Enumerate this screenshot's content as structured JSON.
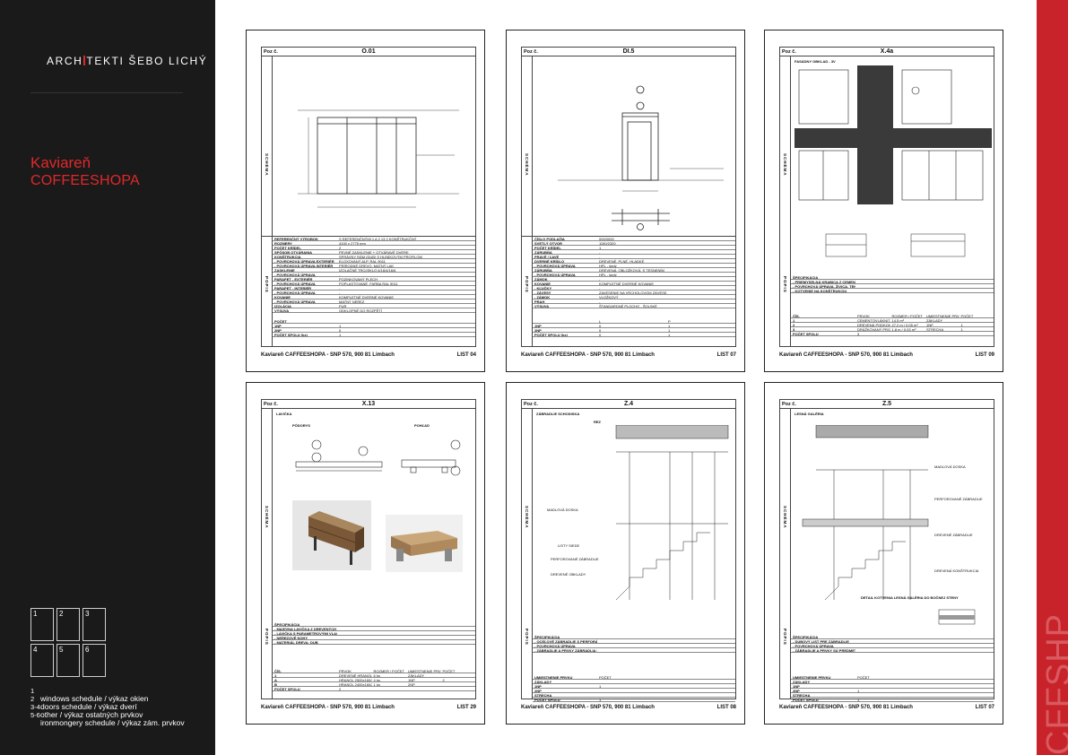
{
  "brand": {
    "prefix": "ARCH",
    "suffix": "TEKTI ŠEBO LICHÝ"
  },
  "project": {
    "line1": "Kaviareň",
    "line2": "COFFEESHOPA"
  },
  "grid": [
    "1",
    "2",
    "3",
    "4",
    "5",
    "6"
  ],
  "legend": [
    {
      "num": "1",
      "text": ""
    },
    {
      "num": "2",
      "text": "windows schedule / výkaz okien"
    },
    {
      "num": "3-4",
      "text": "doors schedule / výkaz dverí"
    },
    {
      "num": "5-6",
      "text": "other / výkaz ostatných prvkov"
    },
    {
      "num": "",
      "text": "ironmongery schedule / výkaz zám. prvkov"
    }
  ],
  "strip_text": "CFFSHP",
  "sheet_labels": {
    "poz": "Poz č.",
    "schema": "SCHÉMA",
    "popis": "POPIS"
  },
  "sheets": [
    {
      "code": "O.01",
      "footer_left": "Kaviareň CAFFEESHOPA    -    SNP 570, 900 81 Limbach",
      "footer_right": "LIST 04",
      "rows": [
        [
          "REFERENČNÝ VÝROBOK",
          "S REFERENČNÝMI 1 A 2 13 2 KONŠTRUKČNÝ"
        ],
        [
          "ROZMERY",
          "4100 x 2775 mm"
        ],
        [
          "POČET KRÍDEL",
          "2"
        ],
        [
          "SPÔSOB OTVÁRANIA",
          "PEVNÉ ZASKLENIE + OTVÁRAVÉ DVERE"
        ],
        [
          "KONŠTRUKCIA",
          "SPRÁVNY RÁM (DUB) S HLINÍKOVÝM PROFILOM"
        ],
        [
          "- POVRCHOVÁ ÚPRAVA EXTERIÉR",
          "ELOXOVANÝ ALP, RAL 9011"
        ],
        [
          "- POVRCHOVÁ ÚPRAVA INTERIÉR",
          "PRÍRODNÉ DREVO, MATNÝ LAK"
        ],
        [
          "ZASKLENIE",
          "IZOLAČNÉ TROJSKLO 6/16/4/16/6"
        ],
        [
          "- POVRCHOVÁ ÚPRAVA",
          "-"
        ],
        [
          "PARAPET - EXTERIÉR",
          "POZINKOVANÝ PLECH"
        ],
        [
          "- POVRCHOVÁ ÚPRAVA",
          "POPLASTOVANÉ, FARBA RAL 9011"
        ],
        [
          "PARAPET - INTERIÉR",
          "-"
        ],
        [
          "- POVRCHOVÁ ÚPRAVA",
          "-"
        ],
        [
          "KOVANIE",
          "KOMPLETNÉ DVERNÉ KOVANIE"
        ],
        [
          "- POVRCHOVÁ ÚPRAVA",
          "MATNÝ NEREZ"
        ],
        [
          "IZOLÁCIA",
          "PUR"
        ],
        [
          "VÝSUVA",
          "ODKLOPNÉ DO ROZPĚTÍ"
        ]
      ],
      "counts": [
        [
          "POČET",
          ""
        ],
        [
          "1NP",
          "1"
        ],
        [
          "2NP",
          "0"
        ],
        [
          "POČET SPOLU (ks)",
          "1"
        ]
      ]
    },
    {
      "code": "DI.5",
      "footer_left": "Kaviareň CAFFEESHOPA    -    SNP 570, 900 81 Limbach",
      "footer_right": "LIST 07",
      "rows": [
        [
          "ČÍSLO PODLAŽIA",
          "000/0000"
        ],
        [
          "SVETLÝ OTVOR",
          "1150/2320"
        ],
        [
          "POČET KRÍDEL",
          "1"
        ],
        [
          "ZÁRUBŇA",
          "-"
        ],
        [
          "PRAVÉ / ĽAVÉ",
          "-"
        ],
        [
          "DVERNÉ KRÍDLO",
          "DREVENÉ, PLNÉ, HLADKÉ"
        ],
        [
          "- POVRCHOVÁ ÚPRAVA",
          "HPL - šedý"
        ],
        [
          "ZÁRUBŇA",
          "DREVENÁ, OBLOŽKOVÁ, S TESNENÍM"
        ],
        [
          "- POVRCHOVÁ ÚPRAVA",
          "HPL - šedý"
        ],
        [
          "ZÁMOK",
          "-"
        ],
        [
          "KOVANIE",
          "KOMPLETNÉ DVERNÉ KOVANIE"
        ],
        [
          "- KĽUČKY",
          "-"
        ],
        [
          "- ZÁVESY",
          "ZAVESENIE NA VRCHOLOVOM ZÁVESE"
        ],
        [
          "- ZÁMOK",
          "VLOŽKOVÝ"
        ],
        [
          "PRAH",
          "-"
        ],
        [
          "VÝSUVA",
          "ŠTANDARDNÉ PLOCHO - ŠOLSKÉ"
        ]
      ],
      "counts": [
        [
          "",
          "L",
          "P"
        ],
        [
          "1NP",
          "0",
          "1"
        ],
        [
          "2NP",
          "0",
          "1"
        ],
        [
          "POČET SPOLU (ks)",
          "0",
          "1"
        ]
      ]
    },
    {
      "code": "X.4a",
      "footer_left": "Kaviareň CAFFEESHOPA    -    SNP 570, 900 81 Limbach",
      "footer_right": "LIST 09",
      "title": "FASÁDNY OBKLAD - 3V",
      "rows": [
        [
          "ŠPECIFIKÁCIA",
          ""
        ],
        [
          "- PRIEMYSELNÁ KRABICA Z CEMENTOVEJ ZMESI",
          ""
        ],
        [
          "- POVRCHOVÁ ÚPRAVA, ŽIVICA, TENKOVRSTVÁ",
          ""
        ],
        [
          "- KOTVENIE NA KONŠTRUKCIU",
          ""
        ]
      ],
      "table_head": [
        "ČÍS.",
        "PRVOK",
        "ROZMER / POČET",
        "UMIESTNENIE PRVKU",
        "POČET"
      ],
      "table_rows": [
        [
          "1",
          "CEMENTOVLÁKNITÁ DOSKA",
          "14,5 m²",
          "ZÁKLADY",
          ""
        ],
        [
          "2",
          "DREVENÁ PODKONŠTRUKCIA",
          "27,2 m / 0,05 m³",
          "1NP",
          "1"
        ],
        [
          "3",
          "DRÁŽKOVANÝ PROFIL",
          "1,8 m / 0,03 m³",
          "STRECHA",
          "1"
        ]
      ],
      "total": [
        "POČET SPOLU",
        "3"
      ]
    },
    {
      "code": "X.13",
      "footer_left": "Kaviareň CAFFEESHOPA    -    SNP 570, 900 81 Limbach",
      "footer_right": "LIST 29",
      "title": "LAVIČKA",
      "labels": [
        "PÔDORYS",
        "POHĽAD"
      ],
      "rows": [
        [
          "ŠPECIFIKÁCIA",
          ""
        ],
        [
          "- MASÍVNA LAVIČKA Z DREVENÝCH HRANOLOV",
          ""
        ],
        [
          "- LAVIČKA S PARAMETROVÝMI VLASTNOSŤAMI",
          ""
        ],
        [
          "- NEREZOVÉ NOHY",
          ""
        ],
        [
          "- MATERIÁL DREVA: DUB",
          ""
        ]
      ],
      "table_head": [
        "ČÍS.",
        "PRVOK",
        "ROZMER / POČET",
        "UMIESTNENIE PRVKU",
        "POČET"
      ],
      "table_rows": [
        [
          "1",
          "DREVENÉ HRANOLY",
          "6 ks",
          "ZÁKLADY",
          ""
        ],
        [
          "A",
          "HRANOL 2500x160/200",
          "4 ks",
          "1NP",
          "2"
        ],
        [
          "B",
          "HRANOL 2400x160/200",
          "1 ks",
          "2NP",
          ""
        ]
      ],
      "total": [
        "POČET SPOLU",
        "2"
      ]
    },
    {
      "code": "Z.4",
      "footer_left": "Kaviareň CAFFEESHOPA    -    SNP 570, 900 81 Limbach",
      "footer_right": "LIST 08",
      "title": "ZÁBRADLIE SCHODISKA",
      "sub": "REZ",
      "notes": [
        "MADLOVÁ DOSKA",
        "LISTY SIEDE",
        "PERFOROVANÉ ZÁBRADLIE",
        "DREVENÉ OBKLADY"
      ],
      "rows": [
        [
          "ŠPECIFIKÁCIA",
          ""
        ],
        [
          "- OCEĽOVÉ ZÁBRADLIE S PERFORÁCIOU",
          ""
        ],
        [
          "- POVRCHOVÁ ÚPRAVA",
          ""
        ],
        [
          "- ZÁBRADLIE A PRVKY ZÁBRADLIA SÚ PREDMETOM ŠPECIFIKÁCIE",
          ""
        ]
      ],
      "table_head": [
        "UMIESTNENIE PRVKU",
        "POČET"
      ],
      "table_rows": [
        [
          "ZÁKLADY",
          ""
        ],
        [
          "1NP",
          "1"
        ],
        [
          "2NP",
          ""
        ],
        [
          "STRECHA",
          ""
        ]
      ],
      "total": [
        "POČET SPOLU",
        "1"
      ]
    },
    {
      "code": "Z.5",
      "footer_left": "Kaviareň CAFFEESHOPA    -    SNP 570, 900 81 Limbach",
      "footer_right": "LIST 07",
      "title": "LESNÁ GALÉRIA",
      "notes": [
        "MADLOVÁ DOSKA",
        "PERFOROVANÉ ZÁBRADLIE",
        "DREVENÉ ZÁBRADLIE",
        "DREVENÁ KONŠTRUKCIA"
      ],
      "caption": "DETAIL KOTVENIA LESNÁ GALÉRIA DO BOČNEJ STENY",
      "rows": [
        [
          "ŠPECIFIKÁCIA",
          ""
        ],
        [
          "- DUBOVÝ LIST PRE ZÁBRADLIE",
          ""
        ],
        [
          "- POVRCHOVÁ ÚPRAVA",
          ""
        ],
        [
          "- ZÁBRADLIE A PRVKY SÚ PREDMETOM ŠPECIFIKÁCIE",
          ""
        ]
      ],
      "table_head": [
        "UMIESTNENIE PRVKU",
        "POČET"
      ],
      "table_rows": [
        [
          "ZÁKLADY",
          ""
        ],
        [
          "1NP",
          ""
        ],
        [
          "2NP",
          "1"
        ],
        [
          "STRECHA",
          ""
        ]
      ],
      "total": [
        "POČET SPOLU",
        "1"
      ]
    }
  ]
}
